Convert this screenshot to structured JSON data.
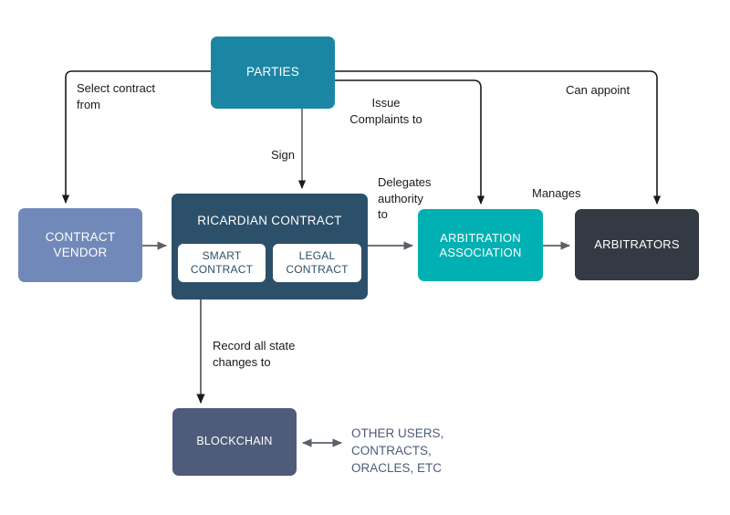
{
  "diagram": {
    "title": "Ricardian Contract ecosystem flow diagram",
    "background": "#ffffff",
    "nodes": [
      {
        "id": "parties",
        "label": "PARTIES",
        "color": "#1b86a3",
        "text_color": "#ffffff"
      },
      {
        "id": "contract-vendor",
        "label": "CONTRACT\nVENDOR",
        "color": "#7089b8",
        "text_color": "#ffffff"
      },
      {
        "id": "ricardian",
        "label": "RICARDIAN CONTRACT",
        "color": "#2c506a",
        "text_color": "#ffffff"
      },
      {
        "id": "smart-contract",
        "label": "SMART\nCONTRACT",
        "color": "#ffffff",
        "text_color": "#2c506a"
      },
      {
        "id": "legal-contract",
        "label": "LEGAL\nCONTRACT",
        "color": "#ffffff",
        "text_color": "#2c506a"
      },
      {
        "id": "arbitration-association",
        "label": "ARBITRATION\nASSOCIATION",
        "color": "#00b0b2",
        "text_color": "#ffffff"
      },
      {
        "id": "arbitrators",
        "label": "ARBITRATORS",
        "color": "#343a44",
        "text_color": "#ffffff"
      },
      {
        "id": "blockchain",
        "label": "BLOCKCHAIN",
        "color": "#4e5b7a",
        "text_color": "#ffffff"
      }
    ],
    "edges": [
      {
        "id": "select-contract-from",
        "label": "Select contract\nfrom",
        "from": "parties",
        "to": "contract-vendor"
      },
      {
        "id": "sign",
        "label": "Sign",
        "from": "parties",
        "to": "ricardian"
      },
      {
        "id": "issue-complaints-to",
        "label": "Issue\nComplaints to",
        "from": "parties",
        "to": "arbitration-association"
      },
      {
        "id": "can-appoint",
        "label": "Can appoint",
        "from": "parties",
        "to": "arbitrators"
      },
      {
        "id": "delegates-authority-to",
        "label": "Delegates\nauthority\nto",
        "from": "ricardian",
        "to": "arbitration-association"
      },
      {
        "id": "manages",
        "label": "Manages",
        "from": "arbitration-association",
        "to": "arbitrators"
      },
      {
        "id": "record-all-state-changes-to",
        "label": "Record all state\nchanges to",
        "from": "ricardian",
        "to": "blockchain"
      },
      {
        "id": "vendor-supplies",
        "label": "",
        "from": "contract-vendor",
        "to": "ricardian"
      },
      {
        "id": "blockchain-exchange",
        "label": "",
        "from": "blockchain",
        "to": "other-users"
      }
    ],
    "annotations": [
      {
        "id": "other-users",
        "label": "OTHER USERS,\nCONTRACTS,\nORACLES, ETC",
        "color": "#4e5b7a"
      }
    ],
    "colors": {
      "connector": "#1a1a1a",
      "connector_grey": "#5b6168",
      "canvas": "#ffffff"
    }
  }
}
